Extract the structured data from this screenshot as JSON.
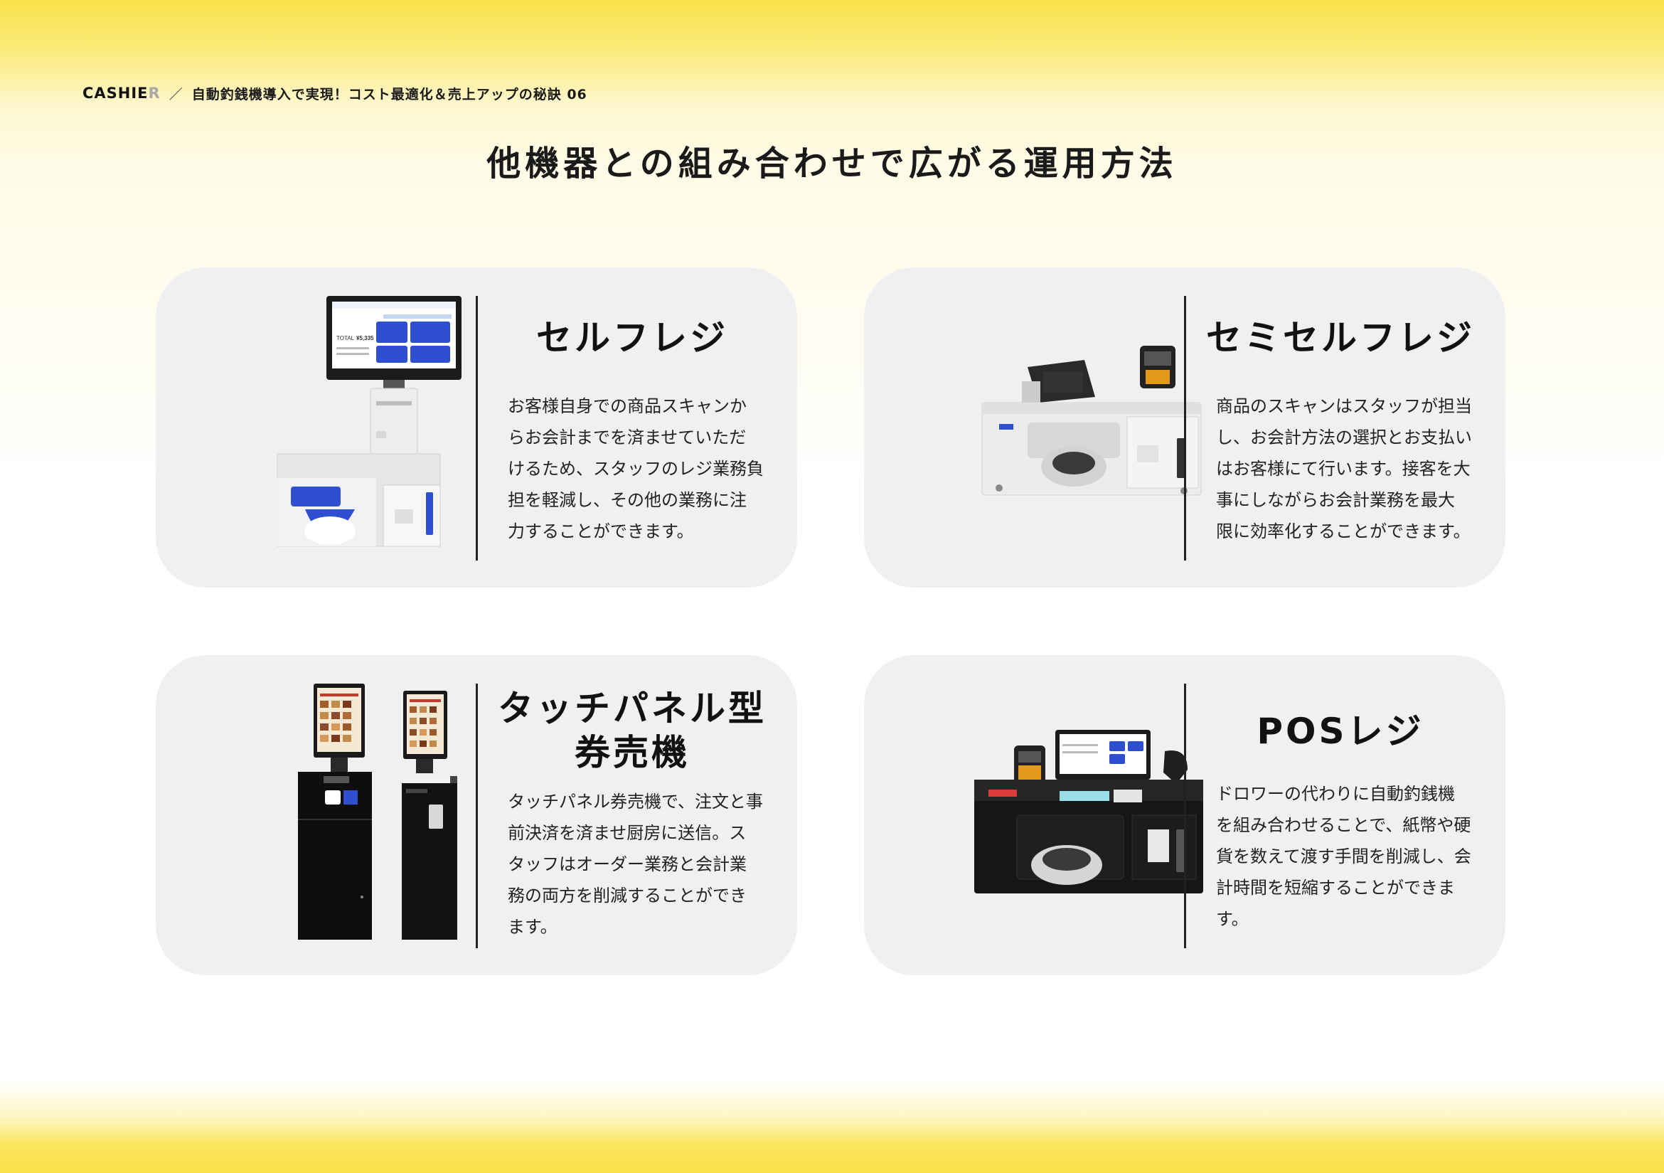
{
  "header": {
    "logo_main": "CASHIE",
    "logo_tail": "R",
    "separator": "／",
    "breadcrumb": "自動釣銭機導入で実現！コスト最適化＆売上アップの秘訣 06"
  },
  "page_title": "他機器との組み合わせで広がる運用方法",
  "cards": [
    {
      "title": "セルフレジ",
      "body": "お客様自身での商品スキャンか\nらお会計までを済ませていただ\nけるため、スタッフのレジ業務負\n担を軽減し、その他の業務に注\n力することができます。"
    },
    {
      "title": "セミセルフレジ",
      "body": "商品のスキャンはスタッフが担当\nし、お会計方法の選択とお支払い\nはお客様にて行います。接客を大\n事にしながらお会計業務を最大\n限に効率化することができます。"
    },
    {
      "title_line1": "タッチパネル型",
      "title_line2": "券売機",
      "body": "タッチパネル券売機で、注文と事\n前決済を済ませ厨房に送信。ス\nタッフはオーダー業務と会計業\n務の両方を削減することができ\nます。"
    },
    {
      "title": "POSレジ",
      "body": "ドロワーの代わりに自動釣銭機\nを組み合わせることで、紙幣や硬\n貨を数えて渡す手間を削減し、会\n計時間を短縮することができま\nす。"
    }
  ],
  "screen": {
    "total_label": "TOTAL",
    "total_value": "¥5,335"
  },
  "colors": {
    "accent_yellow": "#f9e04a",
    "card_bg": "#f0f0f0",
    "machine_blue": "#2d4fd0"
  }
}
